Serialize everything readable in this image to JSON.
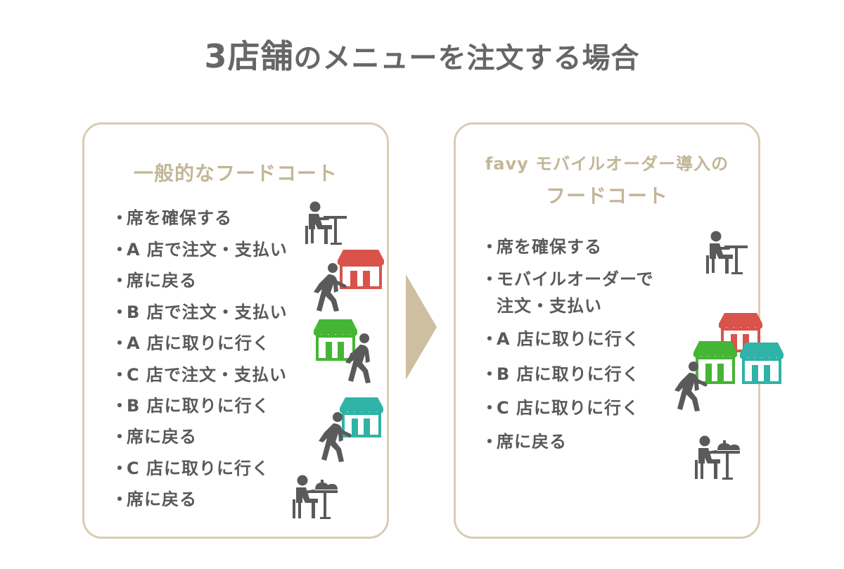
{
  "title": {
    "digit": "3",
    "big_text": "店舗",
    "rest": "のメニューを注文する場合"
  },
  "left_panel": {
    "title": "一般的なフードコート",
    "steps": [
      "席を確保する",
      "A 店で注文・支払い",
      "席に戻る",
      "B 店で注文・支払い",
      "A 店に取りに行く",
      "C 店で注文・支払い",
      "B 店に取りに行く",
      "席に戻る",
      "C 店に取りに行く",
      "席に戻る"
    ]
  },
  "right_panel": {
    "title_line1": "favy モバイルオーダー導入の",
    "title_line2": "フードコート",
    "steps": [
      "席を確保する",
      "モバイルオーダーで",
      "注文・支払い",
      "A 店に取りに行く",
      "B 店に取りに行く",
      "C 店に取りに行く",
      "席に戻る"
    ]
  },
  "bullet": "・",
  "colors": {
    "accent": "#c3b697",
    "border": "#d8cdb3",
    "arrow": "#cdbf9f",
    "person": "#5a5a5a",
    "shop_a": "#d9534a",
    "shop_b": "#45b535",
    "shop_c": "#2fb3a6"
  },
  "icons": [
    "person-seated-icon",
    "shop-icon",
    "person-walking-icon",
    "person-eating-icon",
    "arrow-right-icon"
  ]
}
